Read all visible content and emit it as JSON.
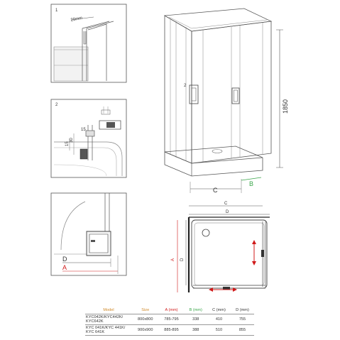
{
  "panels": {
    "detail1": {
      "number": "1",
      "dim": "20mm"
    },
    "detail2": {
      "number": "2",
      "dims": [
        "15",
        "30",
        "15"
      ]
    },
    "detail3": {
      "labels": [
        "D",
        "A"
      ]
    }
  },
  "front_view": {
    "label_2": "2",
    "height": "1850",
    "label_c": "C",
    "label_b": "B"
  },
  "plan_view": {
    "labels": [
      "C",
      "D",
      "A",
      "D"
    ]
  },
  "table": {
    "headers": [
      {
        "text": "Model",
        "cls": "c-model"
      },
      {
        "text": "Size",
        "cls": "c-size"
      },
      {
        "text": "A (mm)",
        "cls": "c-a"
      },
      {
        "text": "B (mm)",
        "cls": "c-b"
      },
      {
        "text": "C (mm)",
        "cls": "c-c"
      },
      {
        "text": "D (mm)",
        "cls": "c-d"
      }
    ],
    "rows": [
      {
        "model": "KYC042K/KYC442K/ KYC642K",
        "size": "800x800",
        "a": "785-795",
        "b": "338",
        "c": "410",
        "d": "755"
      },
      {
        "model": "KYC 041K/KYC 441K/ KYC 641K",
        "size": "900x900",
        "a": "885-895",
        "b": "388",
        "c": "510",
        "d": "855"
      }
    ]
  },
  "colors": {
    "line": "#444444",
    "light": "#9a9a9a",
    "red": "#d01a1a",
    "green": "#3aa64a",
    "accent": "#d08a2a"
  }
}
